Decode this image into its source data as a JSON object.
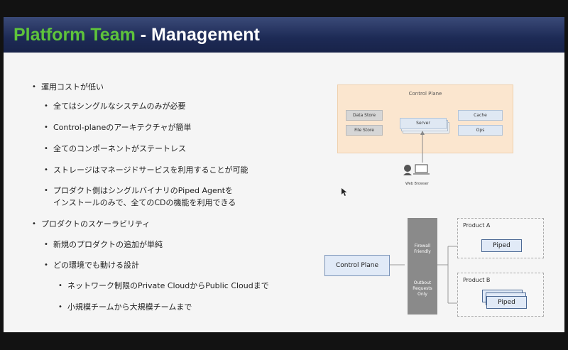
{
  "title": {
    "part1": "Platform Team",
    "part2": " - Management"
  },
  "bullets": [
    {
      "text": "運用コストが低い",
      "level": 0
    },
    {
      "text": "全てはシングルなシステムのみが必要",
      "level": 1
    },
    {
      "text": "Control-planeのアーキテクチャが簡単",
      "level": 1
    },
    {
      "text": "全てのコンポーネントがステートレス",
      "level": 1
    },
    {
      "text": "ストレージはマネージドサービスを利用することが可能",
      "level": 1
    },
    {
      "text": "プロダクト側はシングルバイナリのPiped Agentを",
      "level": 1
    },
    {
      "text": "インストールのみで、全てのCDの機能を利用できる",
      "level": 1
    },
    {
      "text": "プロダクトのスケーラビリティ",
      "level": 0
    },
    {
      "text": "新規のプロダクトの追加が単純",
      "level": 1
    },
    {
      "text": "どの環境でも動ける設計",
      "level": 1
    },
    {
      "text": "ネットワーク制限のPrivate CloudからPublic Cloudまで",
      "level": 2
    },
    {
      "text": "小規模チームから大規模チームまで",
      "level": 2
    }
  ],
  "diagram1": {
    "title": "Control Plane",
    "data_store": "Data Store",
    "file_store": "File Store",
    "server": "Server",
    "cache": "Cache",
    "ops": "Ops",
    "web_browser": "Web Browser"
  },
  "diagram2": {
    "control_plane": "Control Plane",
    "firewall": [
      "Firewall",
      "Friendly"
    ],
    "outbound": [
      "Outbout",
      "Requests",
      "Only"
    ],
    "product_a": "Product A",
    "product_b": "Product B",
    "piped": "Piped"
  },
  "colors": {
    "title_green": "#5ec43b",
    "title_bar": "#1d2a55",
    "control_plane_fill": "#fbe6cf"
  }
}
